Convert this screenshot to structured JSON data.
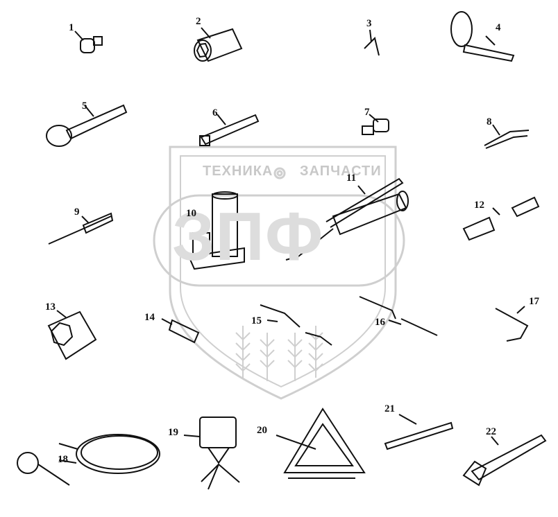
{
  "watermark": {
    "line1_left": "ТЕХНИКА",
    "line1_right": "ЗАПЧАСТИ",
    "logo": "ЗПФ"
  },
  "colors": {
    "ink": "#111111",
    "watermark": "#c8c8c8"
  },
  "callouts": [
    "1",
    "2",
    "3",
    "4",
    "5",
    "6",
    "7",
    "8",
    "9",
    "10",
    "11",
    "12",
    "13",
    "14",
    "15",
    "16",
    "17",
    "18",
    "19",
    "20",
    "21",
    "22"
  ]
}
